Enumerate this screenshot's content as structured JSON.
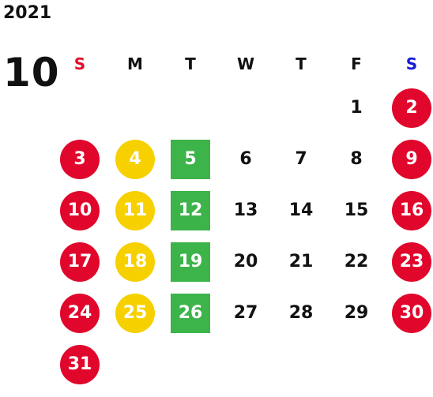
{
  "year": "2021",
  "month": "10",
  "weekdays": [
    {
      "label": "S",
      "kind": "sun"
    },
    {
      "label": "M",
      "kind": "plain"
    },
    {
      "label": "T",
      "kind": "plain"
    },
    {
      "label": "W",
      "kind": "plain"
    },
    {
      "label": "T",
      "kind": "plain"
    },
    {
      "label": "F",
      "kind": "plain"
    },
    {
      "label": "S",
      "kind": "sat"
    }
  ],
  "colors": {
    "holiday_red": "#e1062b",
    "yellow": "#f7d000",
    "green": "#3cb44a",
    "sunday_label": "#e0102a",
    "saturday_label": "#1a1ad6"
  },
  "weeks": [
    [
      null,
      null,
      null,
      null,
      null,
      {
        "d": "1",
        "style": "plain"
      },
      {
        "d": "2",
        "style": "red"
      }
    ],
    [
      {
        "d": "3",
        "style": "red"
      },
      {
        "d": "4",
        "style": "yellow"
      },
      {
        "d": "5",
        "style": "green"
      },
      {
        "d": "6",
        "style": "plain"
      },
      {
        "d": "7",
        "style": "plain"
      },
      {
        "d": "8",
        "style": "plain"
      },
      {
        "d": "9",
        "style": "red"
      }
    ],
    [
      {
        "d": "10",
        "style": "red"
      },
      {
        "d": "11",
        "style": "yellow"
      },
      {
        "d": "12",
        "style": "green"
      },
      {
        "d": "13",
        "style": "plain"
      },
      {
        "d": "14",
        "style": "plain"
      },
      {
        "d": "15",
        "style": "plain"
      },
      {
        "d": "16",
        "style": "red"
      }
    ],
    [
      {
        "d": "17",
        "style": "red"
      },
      {
        "d": "18",
        "style": "yellow"
      },
      {
        "d": "19",
        "style": "green"
      },
      {
        "d": "20",
        "style": "plain"
      },
      {
        "d": "21",
        "style": "plain"
      },
      {
        "d": "22",
        "style": "plain"
      },
      {
        "d": "23",
        "style": "red"
      }
    ],
    [
      {
        "d": "24",
        "style": "red"
      },
      {
        "d": "25",
        "style": "yellow"
      },
      {
        "d": "26",
        "style": "green"
      },
      {
        "d": "27",
        "style": "plain"
      },
      {
        "d": "28",
        "style": "plain"
      },
      {
        "d": "29",
        "style": "plain"
      },
      {
        "d": "30",
        "style": "red"
      }
    ],
    [
      {
        "d": "31",
        "style": "red"
      },
      null,
      null,
      null,
      null,
      null,
      null
    ]
  ]
}
